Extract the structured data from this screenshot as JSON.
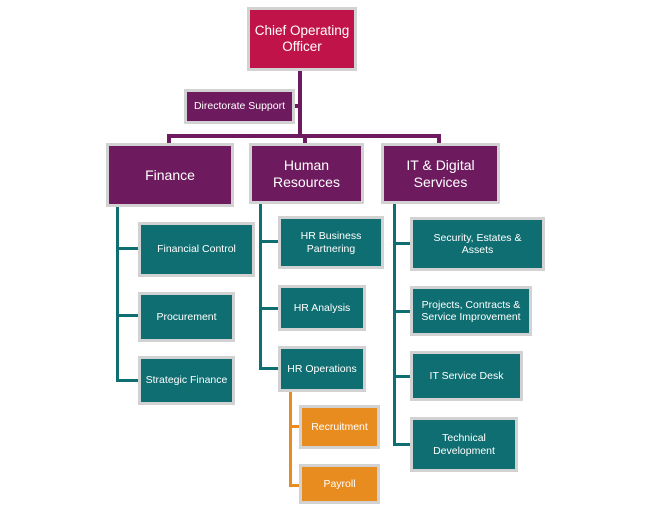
{
  "colors": {
    "executive": "#c0134a",
    "directorate": "#6e1a5e",
    "team": "#0f6e71",
    "sub_team": "#e98c20",
    "connector_exec": "#6e1a5e",
    "connector_team": "#0f6e71",
    "connector_sub": "#e98c20"
  },
  "org": {
    "root": "Chief  Operating\nOfficer",
    "support": "Directorate Support",
    "finance": {
      "title": "Finance",
      "teams": [
        "Financial Control",
        "Procurement",
        "Strategic Finance"
      ]
    },
    "hr": {
      "title": "Human\nResources",
      "teams": [
        "HR Business\nPartnering",
        "HR Analysis",
        "HR Operations"
      ],
      "hr_operations_teams": [
        "Recruitment",
        "Payroll"
      ]
    },
    "it": {
      "title": "IT &  Digital\nServices",
      "teams": [
        "Security, Estates &\nAssets",
        "Projects, Contracts &\nService Improvement",
        "IT Service Desk",
        "Technical\nDevelopment"
      ]
    }
  }
}
